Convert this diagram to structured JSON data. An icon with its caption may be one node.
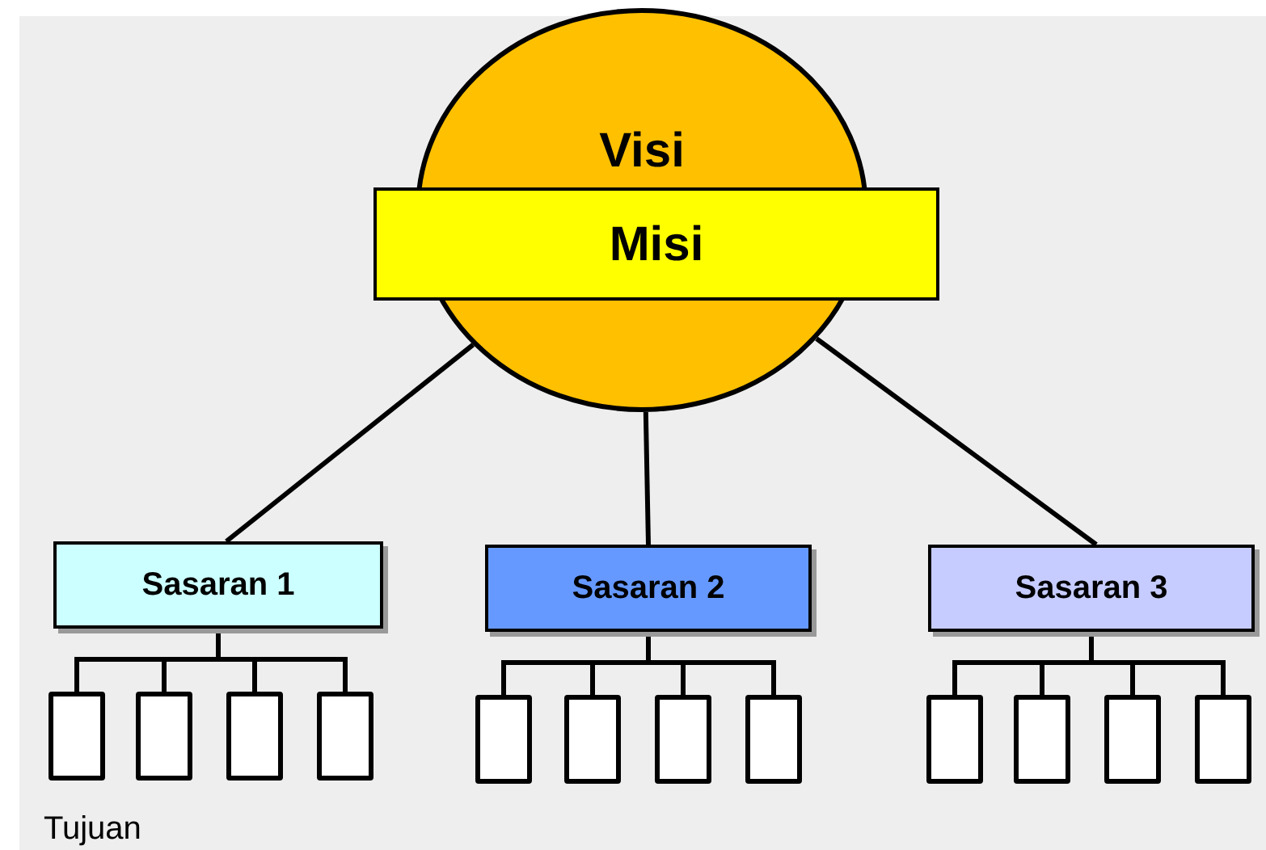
{
  "diagram": {
    "nodes": [
      {
        "text": [
          "Visi"
        ]
      },
      {
        "text": [
          "Misi"
        ]
      },
      {
        "text": [
          "Sasaran 1"
        ]
      },
      {
        "text": [
          "Sasaran 2"
        ]
      },
      {
        "text": [
          "Sasaran 3"
        ]
      },
      {
        "text": [],
        "shape": "box"
      },
      {
        "text": [],
        "shape": "box"
      },
      {
        "text": [],
        "shape": "box"
      },
      {
        "text": [],
        "shape": "box"
      },
      {
        "text": [],
        "shape": "box"
      },
      {
        "text": [],
        "shape": "box"
      },
      {
        "text": [],
        "shape": "box"
      },
      {
        "text": [],
        "shape": "box"
      },
      {
        "text": [],
        "shape": "box"
      },
      {
        "text": [],
        "shape": "box"
      },
      {
        "text": [],
        "shape": "box"
      },
      {
        "text": [],
        "shape": "box"
      }
    ],
    "edges": [
      {
        "from": 0,
        "to": 2,
        "arrow": "none"
      },
      {
        "from": 0,
        "to": 3,
        "arrow": "none"
      },
      {
        "from": 0,
        "to": 4,
        "arrow": "none"
      },
      {
        "from": 2,
        "to": 5,
        "arrow": "none"
      },
      {
        "from": 2,
        "to": 6,
        "arrow": "none"
      },
      {
        "from": 2,
        "to": 7,
        "arrow": "none"
      },
      {
        "from": 2,
        "to": 8,
        "arrow": "none"
      },
      {
        "from": 3,
        "to": 9,
        "arrow": "none"
      },
      {
        "from": 3,
        "to": 10,
        "arrow": "none"
      },
      {
        "from": 3,
        "to": 11,
        "arrow": "none"
      },
      {
        "from": 3,
        "to": 12,
        "arrow": "none"
      },
      {
        "from": 4,
        "to": 13,
        "arrow": "none"
      },
      {
        "from": 4,
        "to": 14,
        "arrow": "none"
      },
      {
        "from": 4,
        "to": 15,
        "arrow": "none"
      },
      {
        "from": 4,
        "to": 16,
        "arrow": "none"
      }
    ],
    "labels": [
      "Tujuan"
    ]
  }
}
